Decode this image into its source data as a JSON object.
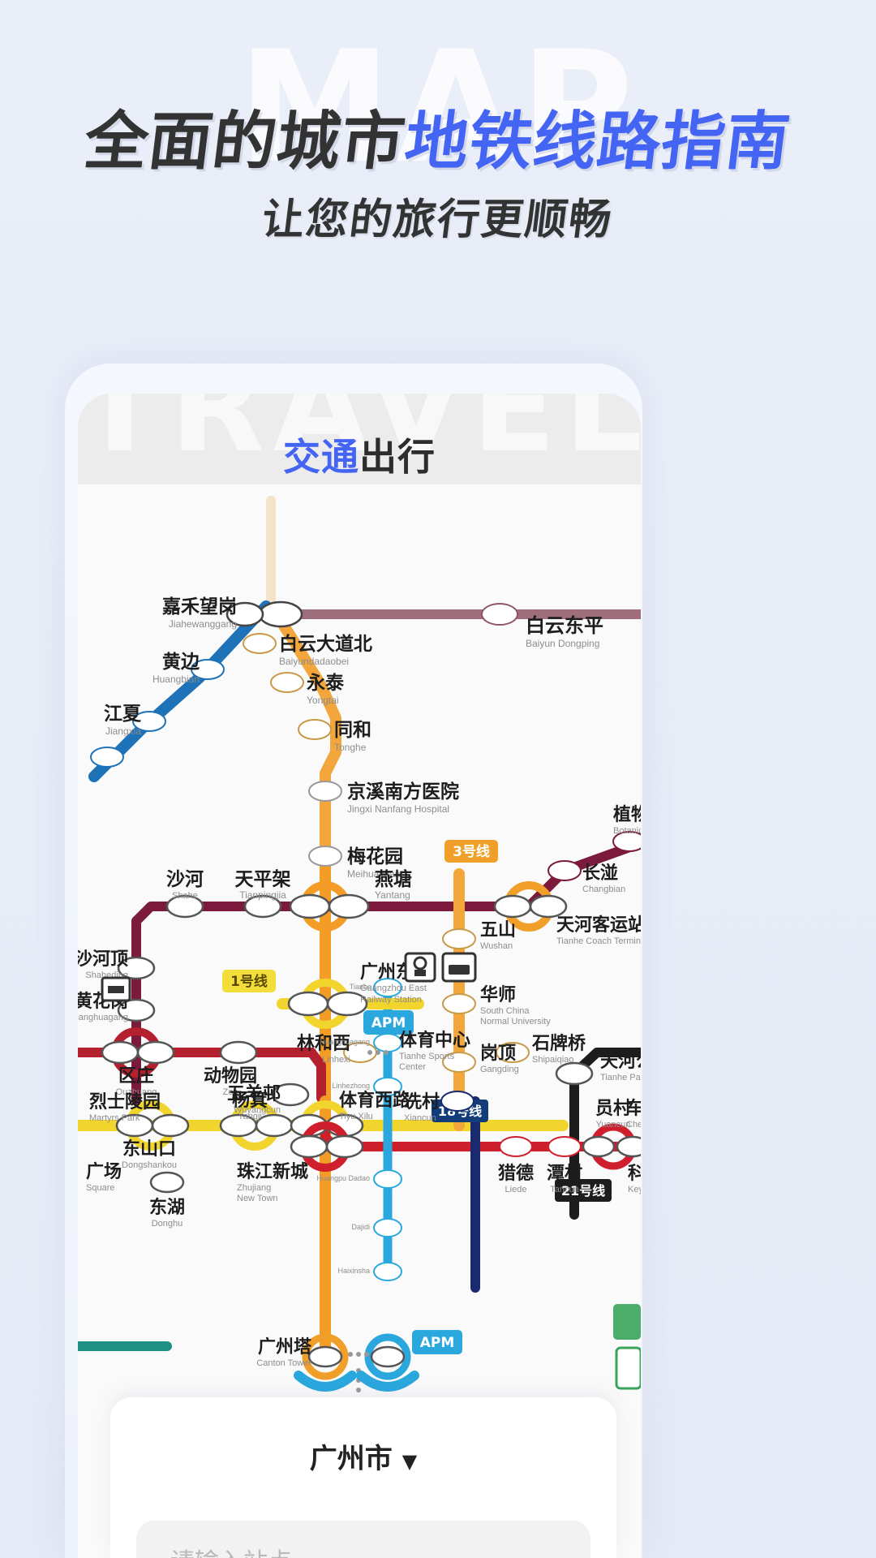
{
  "hero": {
    "watermark": "MAP",
    "title_dark": "全面的城市",
    "title_blue": "地铁线路指南",
    "subtitle": "让您的旅行更顺畅",
    "accent_blue": "#4464f4",
    "text_dark": "#333333",
    "page_bg": "#eaeef8"
  },
  "phone": {
    "watermark": "TRAVEL",
    "screen_title_blue": "交通",
    "screen_title_dark": "出行"
  },
  "bottom_sheet": {
    "city": "广州市",
    "caret": "▼",
    "search_placeholder": "请输入站点"
  },
  "map": {
    "city_name": "广州市",
    "line_colors": {
      "line1": "#f5d327",
      "line2": "#b5202e",
      "line3": "#f39c26",
      "line4": "#1f8a6e",
      "line5": "#e0322e",
      "line6": "#7b1a3c",
      "line7": "#1b2f7a",
      "line8": "#1b9dd4",
      "line9": "#1e72b8",
      "line13": "#1a2a6e",
      "line18": "#123c7a",
      "line21": "#1d1d1d",
      "apm": "#2aa8de",
      "gf": "#6c2a4a"
    },
    "line_labels": [
      {
        "text": "3号线",
        "color": "#f39c26"
      },
      {
        "text": "1号线",
        "color": "#f5d327"
      },
      {
        "text": "APM",
        "color": "#2aa8de"
      },
      {
        "text": "APM",
        "color": "#2aa8de"
      },
      {
        "text": "18号线",
        "color": "#123c7a"
      },
      {
        "text": "21号线",
        "color": "#1d1d1d"
      }
    ],
    "stations": [
      {
        "cn": "嘉禾望岗",
        "en": "Jiahewanggang"
      },
      {
        "cn": "白云东平",
        "en": "Baiyun Dongping"
      },
      {
        "cn": "黄边",
        "en": "Huangbian"
      },
      {
        "cn": "白云大道北",
        "en": "Baiyundadaobei"
      },
      {
        "cn": "江夏",
        "en": "Jiangxia"
      },
      {
        "cn": "永泰",
        "en": "Yongtai"
      },
      {
        "cn": "同和",
        "en": "Tonghe"
      },
      {
        "cn": "京溪南方医院",
        "en": "Jingxi Nanfang Hospital"
      },
      {
        "cn": "梅花园",
        "en": "Meihuayuan"
      },
      {
        "cn": "燕塘",
        "en": "Yantang"
      },
      {
        "cn": "天平架",
        "en": "Tianpingjia"
      },
      {
        "cn": "沙河",
        "en": "Shahe"
      },
      {
        "cn": "沙河顶",
        "en": "Shaheding"
      },
      {
        "cn": "黄花岗",
        "en": "Huanghuagang"
      },
      {
        "cn": "区庄",
        "en": "Ouzhuang"
      },
      {
        "cn": "动物园",
        "en": "Zoo"
      },
      {
        "cn": "杨箕",
        "en": "Yangji"
      },
      {
        "cn": "体育西路",
        "en": "Tiyu Xilu"
      },
      {
        "cn": "林和西",
        "en": "Linhexi"
      },
      {
        "cn": "广州东站",
        "en": "Guangzhou East Railway Station"
      },
      {
        "cn": "天河客运站",
        "en": "Tianhe Coach Terminal"
      },
      {
        "cn": "长湴",
        "en": "Changbian"
      },
      {
        "cn": "植物园",
        "en": "Botanical Garden"
      },
      {
        "cn": "五山",
        "en": "Wushan"
      },
      {
        "cn": "华师",
        "en": "South China Normal University"
      },
      {
        "cn": "岗顶",
        "en": "Gangding"
      },
      {
        "cn": "石牌桥",
        "en": "Shipaiqiao"
      },
      {
        "cn": "体育中心",
        "en": "Tianhe Sports Center"
      },
      {
        "cn": "东山口",
        "en": "Dongshankou"
      },
      {
        "cn": "烈士陵园",
        "en": "Martyrs Park"
      },
      {
        "cn": "广场",
        "en": "Square"
      },
      {
        "cn": "东湖",
        "en": "Donghu"
      },
      {
        "cn": "五羊邨",
        "en": "Wuyangcun"
      },
      {
        "cn": "珠江新城",
        "en": "Zhujiang New Town"
      },
      {
        "cn": "冼村",
        "en": "Xiancun"
      },
      {
        "cn": "猎德",
        "en": "Liede"
      },
      {
        "cn": "潭村",
        "en": "Tancun"
      },
      {
        "cn": "员村",
        "en": "Yuancun"
      },
      {
        "cn": "天河公园",
        "en": "Tianhe Park"
      },
      {
        "cn": "科韵路",
        "en": "Keyun Lu"
      },
      {
        "cn": "广州塔",
        "en": "Canton Tower"
      },
      {
        "cn": "车陂",
        "en": "Chebei"
      }
    ]
  }
}
